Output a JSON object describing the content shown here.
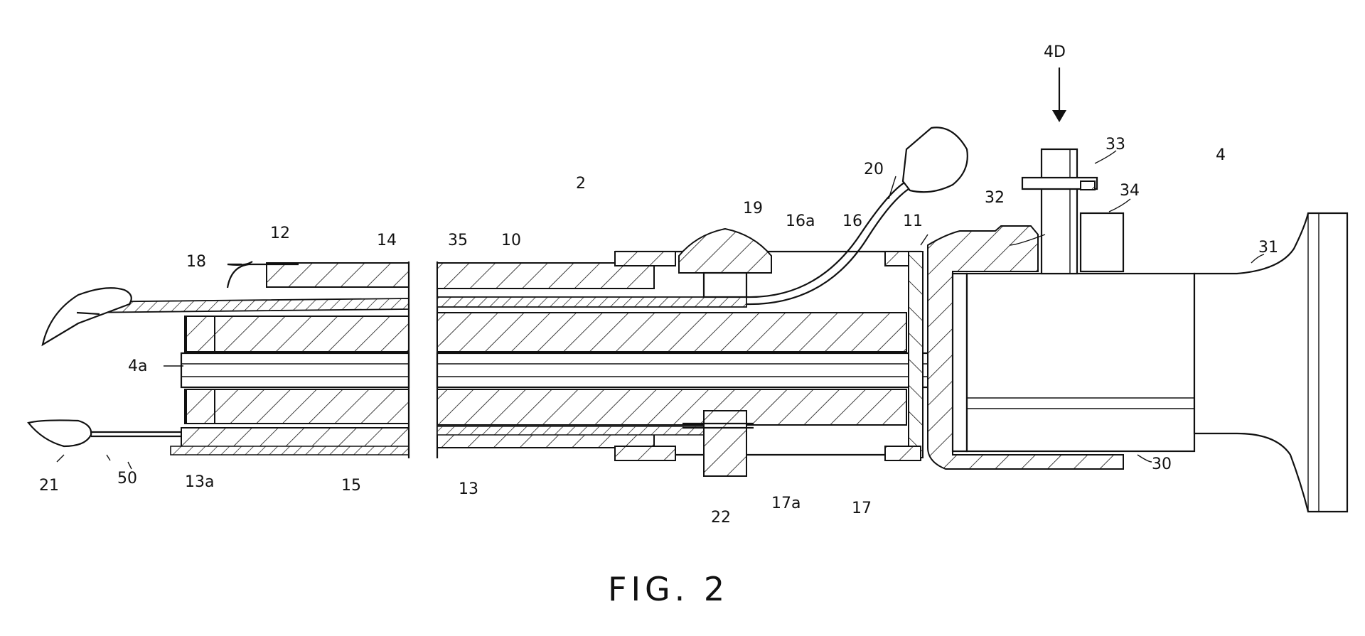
{
  "labels": {
    "l4D": "4D",
    "l33": "33",
    "l4": "4",
    "l20": "20",
    "l2": "2",
    "l32": "32",
    "l34": "34",
    "l19": "19",
    "l16a": "16a",
    "l16": "16",
    "l11": "11",
    "l31": "31",
    "l12": "12",
    "l14": "14",
    "l35": "35",
    "l10": "10",
    "l18": "18",
    "l4a": "4a",
    "l21": "21",
    "l50": "50",
    "l13a": "13a",
    "l15": "15",
    "l13": "13",
    "l22": "22",
    "l17a": "17a",
    "l17": "17",
    "l30": "30"
  },
  "caption": "FIG. 2"
}
